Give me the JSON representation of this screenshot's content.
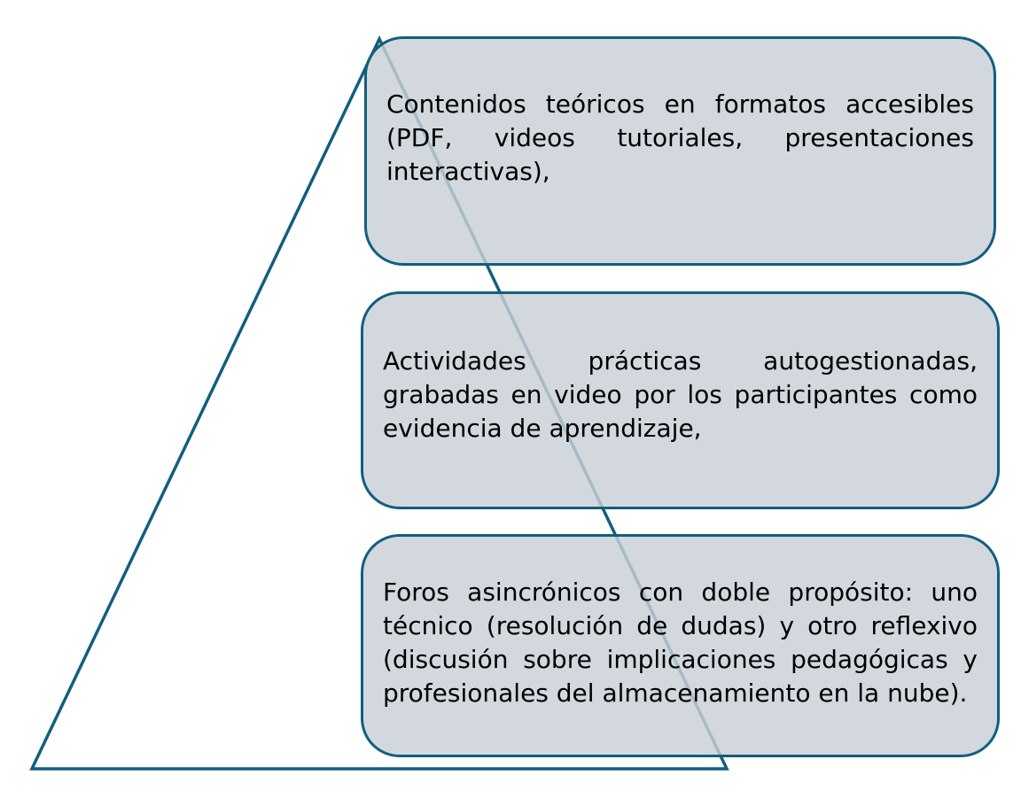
{
  "diagram": {
    "colors": {
      "outline": "#125f7e",
      "box_fill": "#d0d5dc"
    },
    "boxes": [
      {
        "text": "Contenidos teóricos en formatos accesibles (PDF, videos tutoriales, presentaciones interactivas),"
      },
      {
        "text": "Actividades prácticas autogestionadas, grabadas en video por los participantes como evidencia de aprendizaje,"
      },
      {
        "text": "Foros asincrónicos con doble propósito: uno técnico (resolución de dudas) y otro reflexivo (discusión sobre implicaciones pedagógicas y profesionales del almacenamiento en la nube)."
      }
    ]
  }
}
